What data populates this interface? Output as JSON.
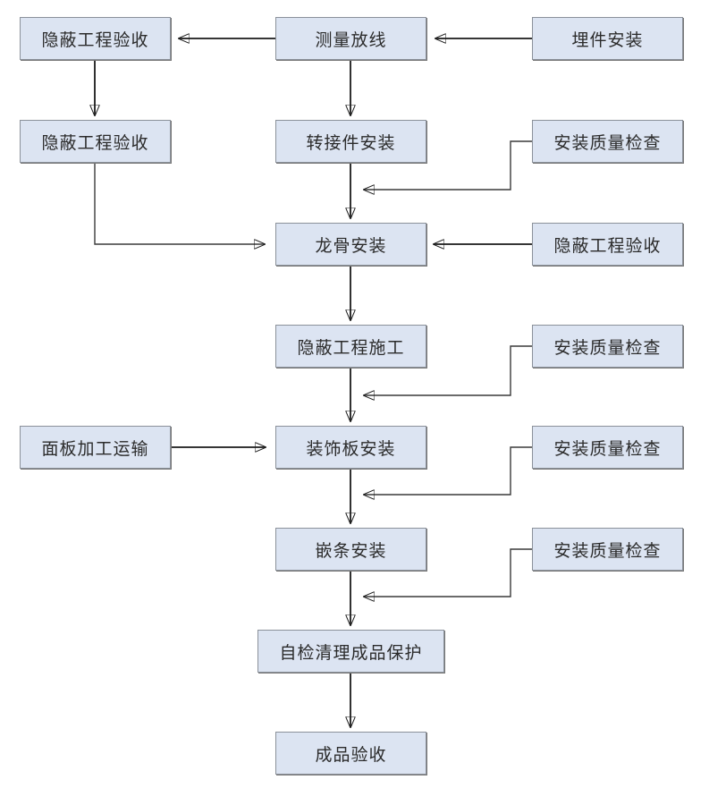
{
  "diagram": {
    "type": "flowchart",
    "language": "zh-CN",
    "colors": {
      "background": "#ffffff",
      "node_fill": "#dce4f2",
      "node_border": "#8b919a",
      "node_shadow": "#777777",
      "connector": "#1a1a1a",
      "text": "#2b2b2b"
    }
  },
  "nodes": [
    {
      "id": "hidden-work-acceptance-1",
      "label": "隐蔽工程验收"
    },
    {
      "id": "survey-layout",
      "label": "测量放线"
    },
    {
      "id": "embedded-parts-install",
      "label": "埋件安装"
    },
    {
      "id": "hidden-work-acceptance-2",
      "label": "隐蔽工程验收"
    },
    {
      "id": "adapter-install",
      "label": "转接件安装"
    },
    {
      "id": "install-quality-check-1",
      "label": "安装质量检查"
    },
    {
      "id": "keel-install",
      "label": "龙骨安装"
    },
    {
      "id": "hidden-work-acceptance-3",
      "label": "隐蔽工程验收"
    },
    {
      "id": "hidden-work-construction",
      "label": "隐蔽工程施工"
    },
    {
      "id": "install-quality-check-2",
      "label": "安装质量检查"
    },
    {
      "id": "panel-processing-transport",
      "label": "面板加工运输"
    },
    {
      "id": "decorative-panel-install",
      "label": "装饰板安装"
    },
    {
      "id": "install-quality-check-3",
      "label": "安装质量检查"
    },
    {
      "id": "trim-strip-install",
      "label": "嵌条安装"
    },
    {
      "id": "install-quality-check-4",
      "label": "安装质量检查"
    },
    {
      "id": "self-check-cleanup-protection",
      "label": "自检清理成品保护"
    },
    {
      "id": "finished-product-acceptance",
      "label": "成品验收"
    }
  ],
  "edges": [
    {
      "from": "embedded-parts-install",
      "to": "survey-layout",
      "style": "straight"
    },
    {
      "from": "survey-layout",
      "to": "hidden-work-acceptance-1",
      "style": "straight"
    },
    {
      "from": "hidden-work-acceptance-1",
      "to": "hidden-work-acceptance-2",
      "style": "straight"
    },
    {
      "from": "survey-layout",
      "to": "adapter-install",
      "style": "straight"
    },
    {
      "from": "adapter-install",
      "to": "keel-install",
      "style": "straight"
    },
    {
      "from": "install-quality-check-1",
      "to": "keel-install",
      "style": "elbow"
    },
    {
      "from": "hidden-work-acceptance-2",
      "to": "keel-install",
      "style": "elbow"
    },
    {
      "from": "hidden-work-acceptance-3",
      "to": "keel-install",
      "style": "straight"
    },
    {
      "from": "keel-install",
      "to": "hidden-work-construction",
      "style": "straight"
    },
    {
      "from": "install-quality-check-2",
      "to": "decorative-panel-install",
      "style": "elbow"
    },
    {
      "from": "hidden-work-construction",
      "to": "decorative-panel-install",
      "style": "straight"
    },
    {
      "from": "panel-processing-transport",
      "to": "decorative-panel-install",
      "style": "straight"
    },
    {
      "from": "install-quality-check-3",
      "to": "trim-strip-install",
      "style": "elbow"
    },
    {
      "from": "decorative-panel-install",
      "to": "trim-strip-install",
      "style": "straight"
    },
    {
      "from": "install-quality-check-4",
      "to": "self-check-cleanup-protection",
      "style": "elbow"
    },
    {
      "from": "trim-strip-install",
      "to": "self-check-cleanup-protection",
      "style": "straight"
    },
    {
      "from": "self-check-cleanup-protection",
      "to": "finished-product-acceptance",
      "style": "straight"
    }
  ]
}
